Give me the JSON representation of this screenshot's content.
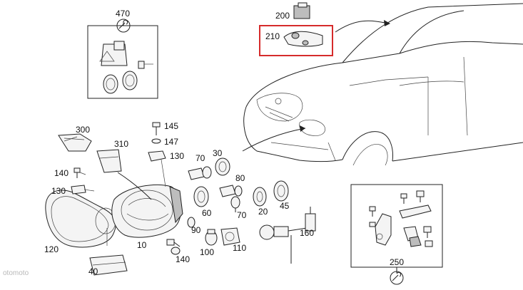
{
  "diagram": {
    "labels": {
      "p470": "470",
      "p200": "200",
      "p210": "210",
      "p300": "300",
      "p310": "310",
      "p145": "145",
      "p147": "147",
      "p130a": "130",
      "p130b": "130",
      "p140a": "140",
      "p140b": "140",
      "p70a": "70",
      "p70b": "70",
      "p30": "30",
      "p80": "80",
      "p60": "60",
      "p20": "20",
      "p45": "45",
      "p90": "90",
      "p100": "100",
      "p110": "110",
      "p120": "120",
      "p10": "10",
      "p40": "40",
      "p160": "160",
      "p250": "250"
    },
    "watermark": "otomoto"
  },
  "colors": {
    "line": "#222222",
    "highlight": "#d62b2b",
    "background": "#ffffff"
  }
}
